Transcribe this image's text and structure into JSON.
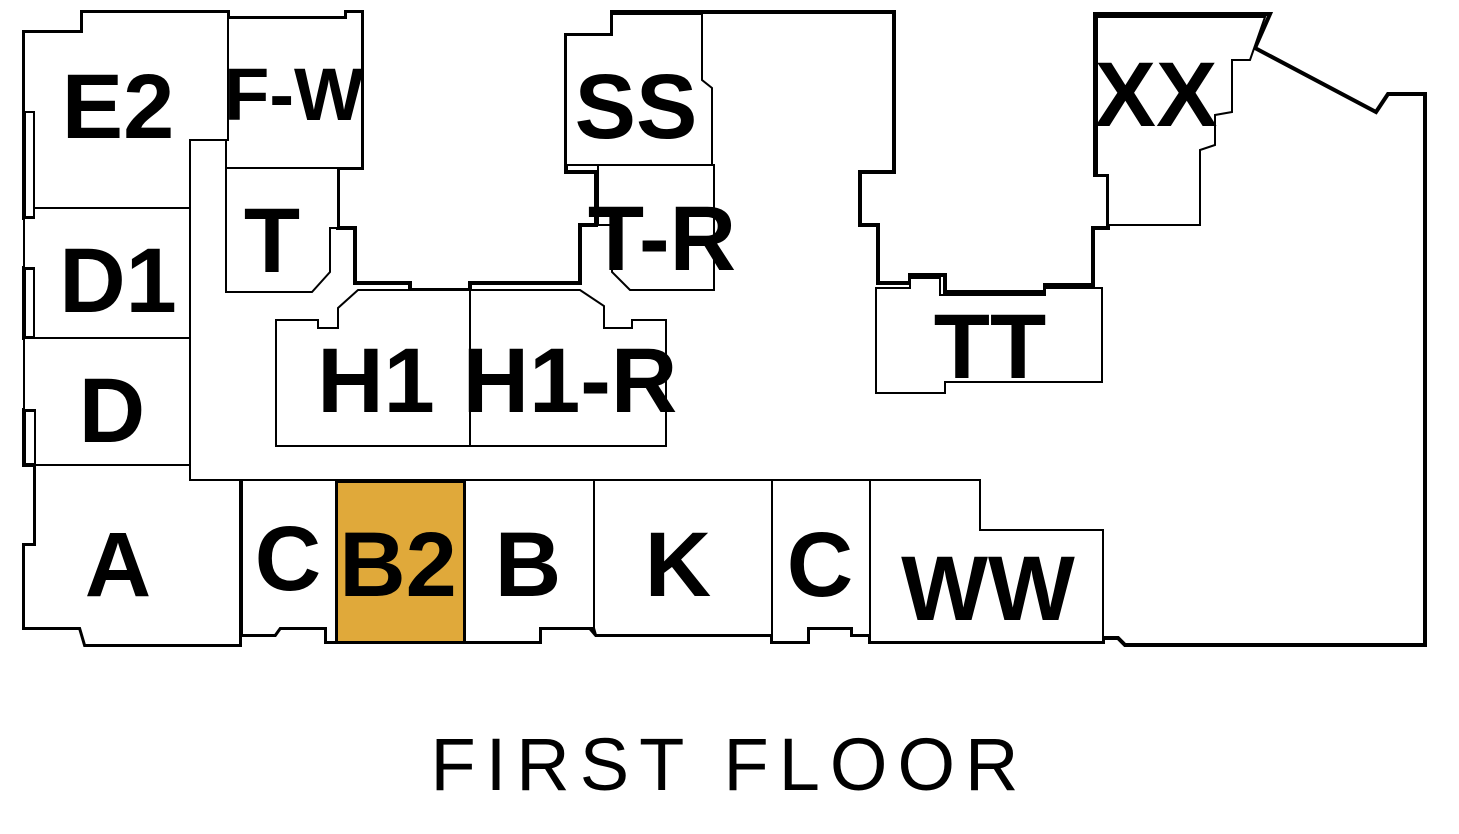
{
  "floor_title": "FIRST FLOOR",
  "highlight_color": "#E0A93A",
  "selected_unit": "B2",
  "units": {
    "e2": "E2",
    "fw": "F-W",
    "t": "T",
    "d1": "D1",
    "d": "D",
    "a": "A",
    "c_left": "C",
    "b2": "B2",
    "b": "B",
    "k": "K",
    "c_right": "C",
    "ww": "WW",
    "h1": "H1",
    "h1r": "H1-R",
    "ss": "SS",
    "tr": "T-R",
    "tt": "TT",
    "xx": "XX"
  }
}
